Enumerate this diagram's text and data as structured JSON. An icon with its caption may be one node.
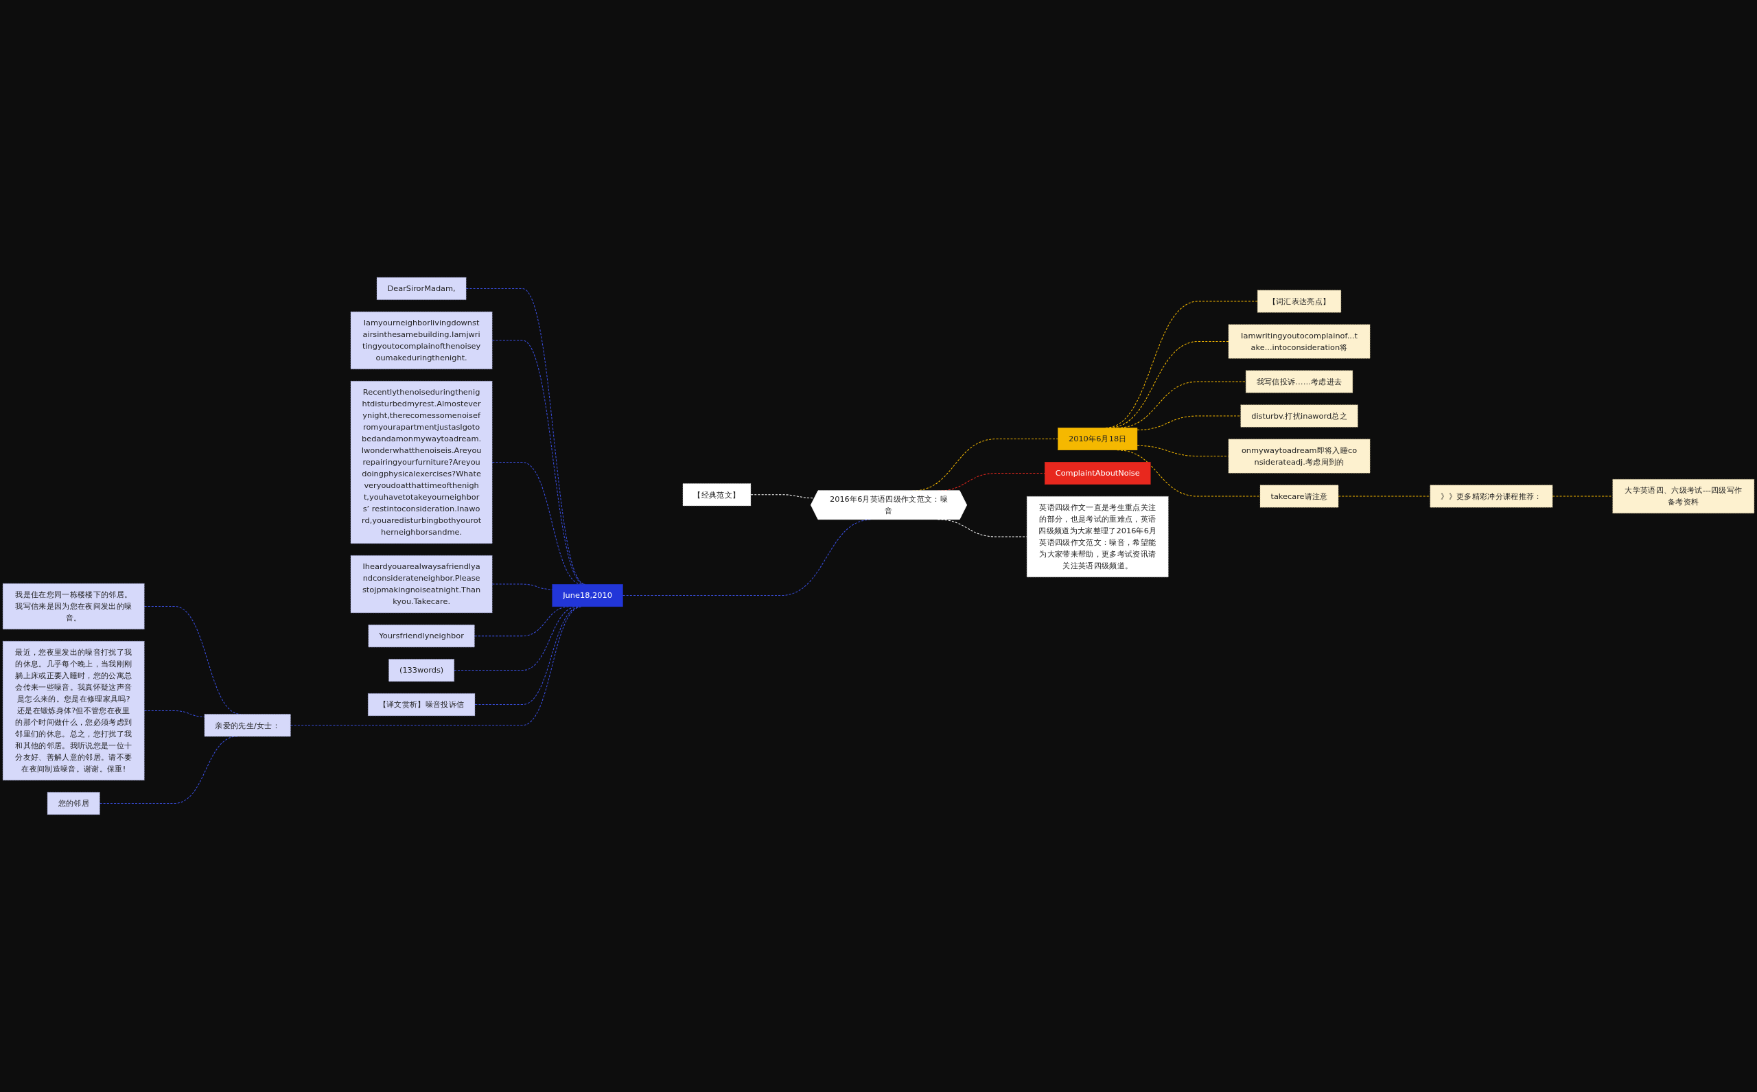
{
  "diagram": {
    "nodes": [
      {
        "text": [
          "2016年6月英语四级作文范文：噪音"
        ]
      },
      {
        "text": [
          "【经典范文】"
        ]
      },
      {
        "text": [
          "June18,2010"
        ]
      },
      {
        "text": [
          "DearSirorMadam,"
        ]
      },
      {
        "text": [
          "Iamyourneighborlivingdownstairsinthesamebuilding.Iamjwritingyoutocomplainofthenoiseyoumakeduringthenight."
        ]
      },
      {
        "text": [
          "Recentlythenoiseduringthenightdisturbedmyrest.Almosteverynight,therecomessomenoisefromyourapartmentjustasIgotobedandamonmywaytoadream.Iwonderwhatthenoiseis.Areyourepairingyourfurniture?Areyoudoingphysicalexercises?Whateveryoudoatthattimeofthenight,youhavetotakeyourneighbors’ restintoconsideration.Inaword,youaredisturbingbothyourotherneighborsandme."
        ]
      },
      {
        "text": [
          "Iheardyouarealwaysafriendlyandconsiderateneighbor.Pleasestojpmakingnoiseatnight.Thankyou.Takecare."
        ]
      },
      {
        "text": [
          "Yoursfriendlyneighbor"
        ]
      },
      {
        "text": [
          "(133words)"
        ]
      },
      {
        "text": [
          "【译文赏析】噪音投诉信"
        ]
      },
      {
        "text": [
          "亲爱的先生/女士："
        ]
      },
      {
        "text": [
          "我是住在您同一栋楼楼下的邻居。我写信来是因为您在夜间发出的噪音。"
        ]
      },
      {
        "text": [
          "最近，您夜里发出的噪音打扰了我的休息。几乎每个晚上，当我刚刚躺上床或正要入睡时，您的公寓总会传来一些噪音。我真怀疑这声音是怎么来的。您是在修理家具吗?还是在锻炼身体?但不管您在夜里的那个时间做什么，您必须考虑到邻里们的休息。总之，您打扰了我和其他的邻居。我听说您是一位十分友好、善解人意的邻居。请不要在夜间制造噪音。谢谢。保重!"
        ]
      },
      {
        "text": [
          "您的邻居"
        ]
      },
      {
        "text": [
          "英语四级作文一直是考生重点关注的部分，也是考试的重难点，英语四级频道为大家整理了2016年6月英语四级作文范文：噪音，希望能为大家带来帮助，更多考试资讯请关注英语四级频道。"
        ]
      },
      {
        "text": [
          "ComplaintAboutNoise"
        ]
      },
      {
        "text": [
          "2010年6月18日"
        ]
      },
      {
        "text": [
          "【词汇表达亮点】"
        ]
      },
      {
        "text": [
          "Iamwritingyoutocomplainof...take...intoconsideration将"
        ]
      },
      {
        "text": [
          "我写信投诉……考虑进去"
        ]
      },
      {
        "text": [
          "disturbv.打扰inaword总之"
        ]
      },
      {
        "text": [
          "onmywaytoadream即将入睡consideratеadj.考虑周到的"
        ]
      },
      {
        "text": [
          "takecare请注意"
        ]
      },
      {
        "text": [
          "》》更多精彩冲分课程推荐："
        ]
      },
      {
        "text": [
          "大学英语四、六级考试---四级写作备考资料"
        ]
      }
    ],
    "edges": [
      {
        "from": 0,
        "to": 1,
        "arrow": "none",
        "style": "dashed",
        "color": "#ffffff"
      },
      {
        "from": 0,
        "to": 2,
        "arrow": "none",
        "style": "dashed"
      },
      {
        "from": 2,
        "to": 3,
        "arrow": "none",
        "style": "dashed"
      },
      {
        "from": 2,
        "to": 4,
        "arrow": "none",
        "style": "dashed"
      },
      {
        "from": 2,
        "to": 5,
        "arrow": "none",
        "style": "dashed"
      },
      {
        "from": 2,
        "to": 6,
        "arrow": "none",
        "style": "dashed"
      },
      {
        "from": 2,
        "to": 7,
        "arrow": "none",
        "style": "dashed"
      },
      {
        "from": 2,
        "to": 8,
        "arrow": "none",
        "style": "dashed"
      },
      {
        "from": 2,
        "to": 9,
        "arrow": "none",
        "style": "dashed"
      },
      {
        "from": 2,
        "to": 10,
        "arrow": "none",
        "style": "dashed"
      },
      {
        "from": 10,
        "to": 11,
        "arrow": "none",
        "style": "dashed"
      },
      {
        "from": 10,
        "to": 12,
        "arrow": "none",
        "style": "dashed"
      },
      {
        "from": 10,
        "to": 13,
        "arrow": "none",
        "style": "dashed"
      },
      {
        "from": 0,
        "to": 14,
        "arrow": "none",
        "style": "dashed",
        "color": "#ffffff"
      },
      {
        "from": 0,
        "to": 15,
        "arrow": "none",
        "style": "dashed",
        "color": "#e8281e"
      },
      {
        "from": 0,
        "to": 16,
        "arrow": "none",
        "style": "dashed",
        "color": "#f5b800"
      },
      {
        "from": 16,
        "to": 17,
        "arrow": "none",
        "style": "dashed",
        "color": "#f5b800"
      },
      {
        "from": 16,
        "to": 18,
        "arrow": "none",
        "style": "dashed",
        "color": "#f5b800"
      },
      {
        "from": 16,
        "to": 19,
        "arrow": "none",
        "style": "dashed",
        "color": "#f5b800"
      },
      {
        "from": 16,
        "to": 20,
        "arrow": "none",
        "style": "dashed",
        "color": "#f5b800"
      },
      {
        "from": 16,
        "to": 21,
        "arrow": "none",
        "style": "dashed",
        "color": "#f5b800"
      },
      {
        "from": 16,
        "to": 22,
        "arrow": "none",
        "style": "dashed",
        "color": "#f5b800"
      },
      {
        "from": 22,
        "to": 23,
        "arrow": "none",
        "style": "dashed",
        "color": "#f5b800"
      },
      {
        "from": 23,
        "to": 24,
        "arrow": "none",
        "style": "dashed",
        "color": "#f5b800"
      }
    ]
  }
}
